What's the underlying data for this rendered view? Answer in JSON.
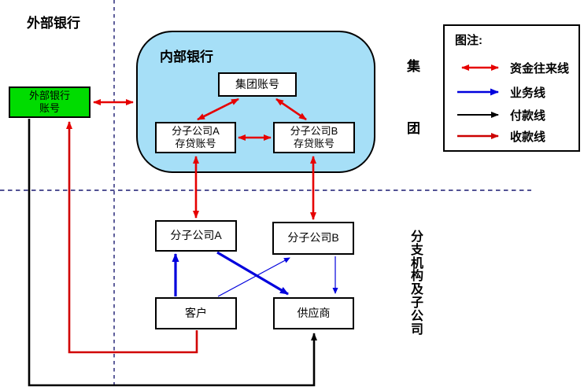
{
  "labels": {
    "external_bank": "外部银行",
    "internal_bank": "内部银行",
    "group_top": "集",
    "group_bottom": "团",
    "branches_vertical": "分支机构及子公司"
  },
  "nodes": {
    "external_account_line1": "外部银行",
    "external_account_line2": "账号",
    "group_account": "集团账号",
    "sub_a_account_line1": "分子公司A",
    "sub_a_account_line2": "存贷账号",
    "sub_b_account_line1": "分子公司B",
    "sub_b_account_line2": "存贷账号",
    "sub_a": "分子公司A",
    "sub_b": "分子公司B",
    "customer": "客户",
    "supplier": "供应商"
  },
  "legend": {
    "title": "图注:",
    "items": [
      {
        "label": "资金往来线",
        "line_type": "double-arrow",
        "color": "#e60000"
      },
      {
        "label": "业务线",
        "line_type": "arrow",
        "color": "#0000dd"
      },
      {
        "label": "付款线",
        "line_type": "arrow",
        "color": "#000000"
      },
      {
        "label": "收款线",
        "line_type": "arrow",
        "color": "#cc0000"
      }
    ]
  },
  "colors": {
    "fund_transfer_line": "#e60000",
    "business_line": "#0000dd",
    "payment_line": "#000000",
    "collection_line": "#d10000",
    "internal_bank_fill": "#a6dff7",
    "external_account_fill": "#00dc00",
    "boundary_dash": "#191970",
    "box_border": "#000000"
  }
}
